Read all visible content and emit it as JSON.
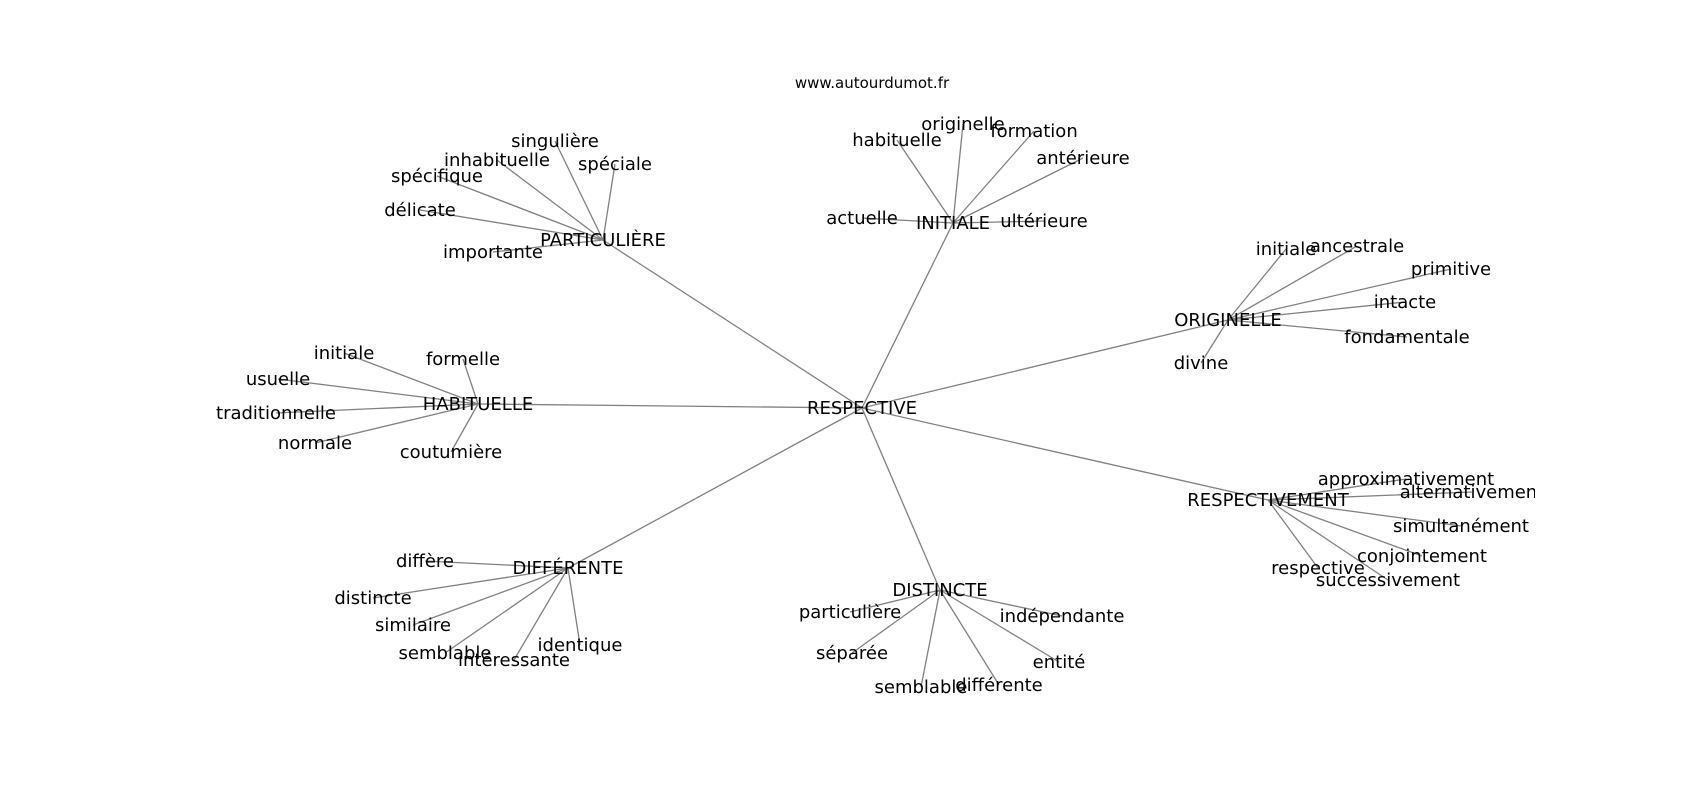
{
  "site": "www.autourdumot.fr",
  "center": {
    "word": "RESPECTIVE"
  },
  "clusters": [
    {
      "id": "particuliere",
      "word": "PARTICULIÈRE",
      "leaves": [
        "singulière",
        "inhabituelle",
        "spéciale",
        "spécifique",
        "délicate",
        "importante"
      ]
    },
    {
      "id": "initiale",
      "word": "INITIALE",
      "leaves": [
        "habituelle",
        "originelle",
        "formation",
        "antérieure",
        "actuelle",
        "ultérieure"
      ]
    },
    {
      "id": "originelle",
      "word": "ORIGINELLE",
      "leaves": [
        "initiale",
        "ancestrale",
        "primitive",
        "intacte",
        "fondamentale",
        "divine"
      ]
    },
    {
      "id": "habituelle",
      "word": "HABITUELLE",
      "leaves": [
        "initiale",
        "formelle",
        "usuelle",
        "traditionnelle",
        "normale",
        "coutumière"
      ]
    },
    {
      "id": "respectivement",
      "word": "RESPECTIVEMENT",
      "leaves": [
        "approximativement",
        "alternativement",
        "simultanément",
        "conjointement",
        "respective",
        "successivement"
      ]
    },
    {
      "id": "differente",
      "word": "DIFFÉRENTE",
      "leaves": [
        "diffère",
        "distincte",
        "similaire",
        "semblable",
        "intéressante",
        "identique"
      ]
    },
    {
      "id": "distincte",
      "word": "DISTINCTE",
      "leaves": [
        "particulière",
        "indépendante",
        "séparée",
        "entité",
        "semblable",
        "différente"
      ]
    }
  ]
}
